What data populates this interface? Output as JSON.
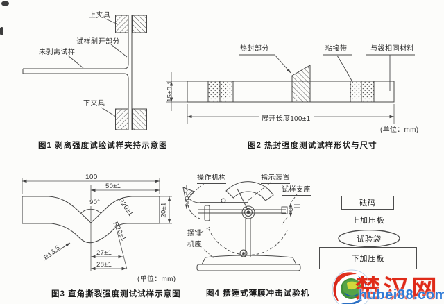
{
  "fig1": {
    "caption": "图1  剥离强度试验试样夹持示意图",
    "labels": {
      "upper_clamp": "上夹具",
      "peeled_part": "试样剥开部分",
      "unpeeled_sample": "未剥离试样",
      "lower_clamp": "下夹具"
    }
  },
  "fig2": {
    "caption": "图2  热封强度测试试样形状与尺寸",
    "labels": {
      "heat_seal_part": "热封部分",
      "adhesive_tape": "粘接带",
      "same_material_as_bag": "与袋相同材料"
    },
    "dims": {
      "width": "15±0.1",
      "unfolded_length": "展开长度100±1",
      "unit": "(单位：mm)"
    }
  },
  "fig3": {
    "caption": "图3  直角撕裂强度测试试样示意图",
    "dims": {
      "total_length": "100",
      "half_length": "50±1",
      "notch_angle": "90°",
      "radius_upper": "R20±1",
      "height": "20±1",
      "radius_lower": "R20±1",
      "radius_small": "R13.5",
      "width_27": "27±1",
      "width_28": "28±1",
      "unit": "(单位：mm)"
    }
  },
  "fig4": {
    "caption": "图4  摆锤式薄膜冲击试验机",
    "labels": {
      "operating_mechanism": "操作机构",
      "indicator_device": "指示装置",
      "specimen_support": "试样支座",
      "pendulum": "摆锤",
      "machine_base": "机座"
    }
  },
  "fig5": {
    "labels": {
      "weight": "砝码",
      "upper_plate": "上加压板",
      "test_bag": "试验袋",
      "lower_plate": "下加压板"
    }
  },
  "watermark": {
    "site_name": "楚汉网",
    "site_url": "hubei88.com",
    "colors": {
      "name_red": "#df2a18",
      "url_blue": "#2f7ad6"
    }
  }
}
